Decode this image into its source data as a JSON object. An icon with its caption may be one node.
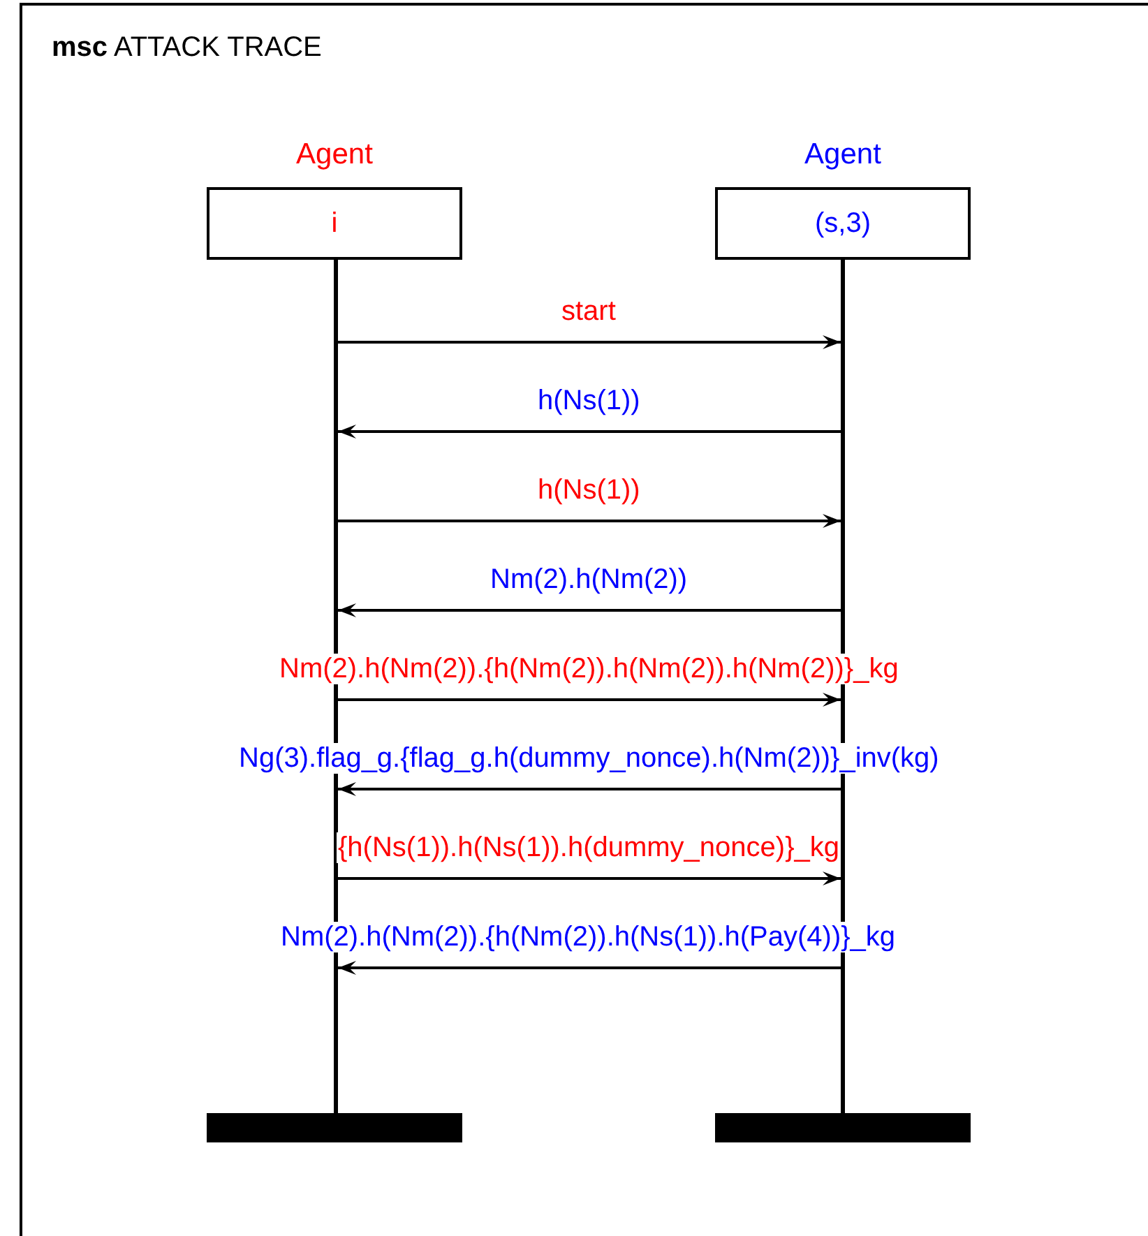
{
  "diagram": {
    "title": "**msc** ATTACK TRACE",
    "nodes": [
      {
        "text": [
          "Agent",
          "i"
        ]
      },
      {
        "text": [
          "Agent",
          "(s,3)"
        ]
      },
      {
        "text": [],
        "shape": "line"
      },
      {
        "text": [],
        "shape": "line"
      },
      {
        "text": [],
        "shape": "bar"
      },
      {
        "text": [],
        "shape": "bar"
      }
    ],
    "edges": [
      {
        "from": 2,
        "to": 3,
        "arrow": "to",
        "label": "start"
      },
      {
        "from": 3,
        "to": 2,
        "arrow": "to",
        "label": "h(Ns(1))"
      },
      {
        "from": 2,
        "to": 3,
        "arrow": "to",
        "label": "h(Ns(1))"
      },
      {
        "from": 3,
        "to": 2,
        "arrow": "to",
        "label": "Nm(2).h(Nm(2))"
      },
      {
        "from": 2,
        "to": 3,
        "arrow": "to",
        "label": "Nm(2).h(Nm(2)).{h(Nm(2)).h(Nm(2)).h(Nm(2))}_kg"
      },
      {
        "from": 3,
        "to": 2,
        "arrow": "to",
        "label": "Ng(3).flag_g.{flag_g.h(dummy_nonce).h(Nm(2))}_inv(kg)"
      },
      {
        "from": 2,
        "to": 3,
        "arrow": "to",
        "label": "{h(Ns(1)).h(Ns(1)).h(dummy_nonce)}_kg"
      },
      {
        "from": 3,
        "to": 2,
        "arrow": "to",
        "label": "Nm(2).h(Nm(2)).{h(Nm(2)).h(Ns(1)).h(Pay(4))}_kg"
      }
    ]
  }
}
